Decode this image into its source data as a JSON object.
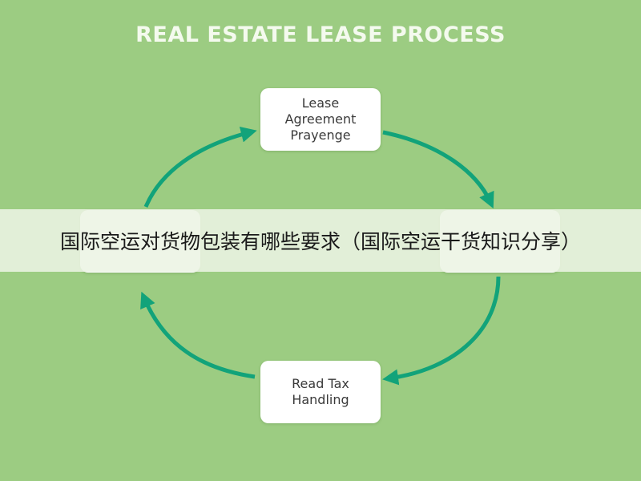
{
  "title": "REAL ESTATE LEASE PROCESS",
  "nodes": {
    "top": "Lease\nAgreement\nPrayenge",
    "left": "",
    "right": "",
    "bottom": "Read Tax\nHandling"
  },
  "banner_text": "国际空运对货物包装有哪些要求（国际空运干货知识分享）",
  "colors": {
    "background": "#9ccc82",
    "arrow": "#12a37a",
    "box": "#ffffff",
    "title": "#f4faee"
  }
}
